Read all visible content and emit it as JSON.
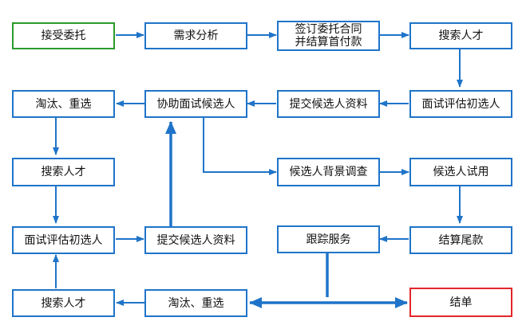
{
  "colors": {
    "arrow": "#1f74c9",
    "box_border": "#1f74c9",
    "start_border": "#2b9a2b",
    "end_border": "#e3262b"
  },
  "nodes": {
    "accept": "接受委托",
    "analysis": "需求分析",
    "contract_line1": "签订委托合同",
    "contract_line2": "并结算首付款",
    "search1": "搜索人才",
    "interview1": "面试评估初选人",
    "submit1": "提交候选人资料",
    "assist": "协助面试候选人",
    "eliminate1": "淘汰、重选",
    "search2": "搜索人才",
    "background": "候选人背景调查",
    "trial": "候选人试用",
    "interview2": "面试评估初选人",
    "submit2": "提交候选人资料",
    "tracking": "跟踪服务",
    "final_pay": "结算尾款",
    "search3": "搜索人才",
    "eliminate2": "淘汰、重选",
    "end": "结单"
  }
}
